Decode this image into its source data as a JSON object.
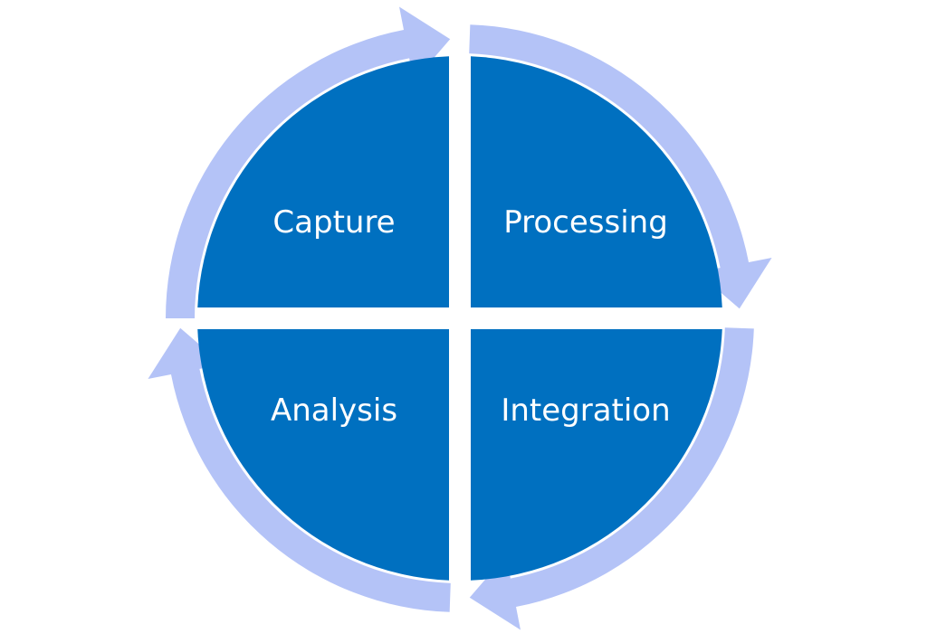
{
  "diagram": {
    "type": "cycle",
    "colors": {
      "quadrant": "#0070C0",
      "arrow": "#B4C3F7",
      "background": "#FFFFFF"
    },
    "stages": [
      {
        "label": "Capture",
        "position": "top-left"
      },
      {
        "label": "Processing",
        "position": "top-right"
      },
      {
        "label": "Integration",
        "position": "bottom-right"
      },
      {
        "label": "Analysis",
        "position": "bottom-left"
      }
    ],
    "flow": "clockwise"
  }
}
